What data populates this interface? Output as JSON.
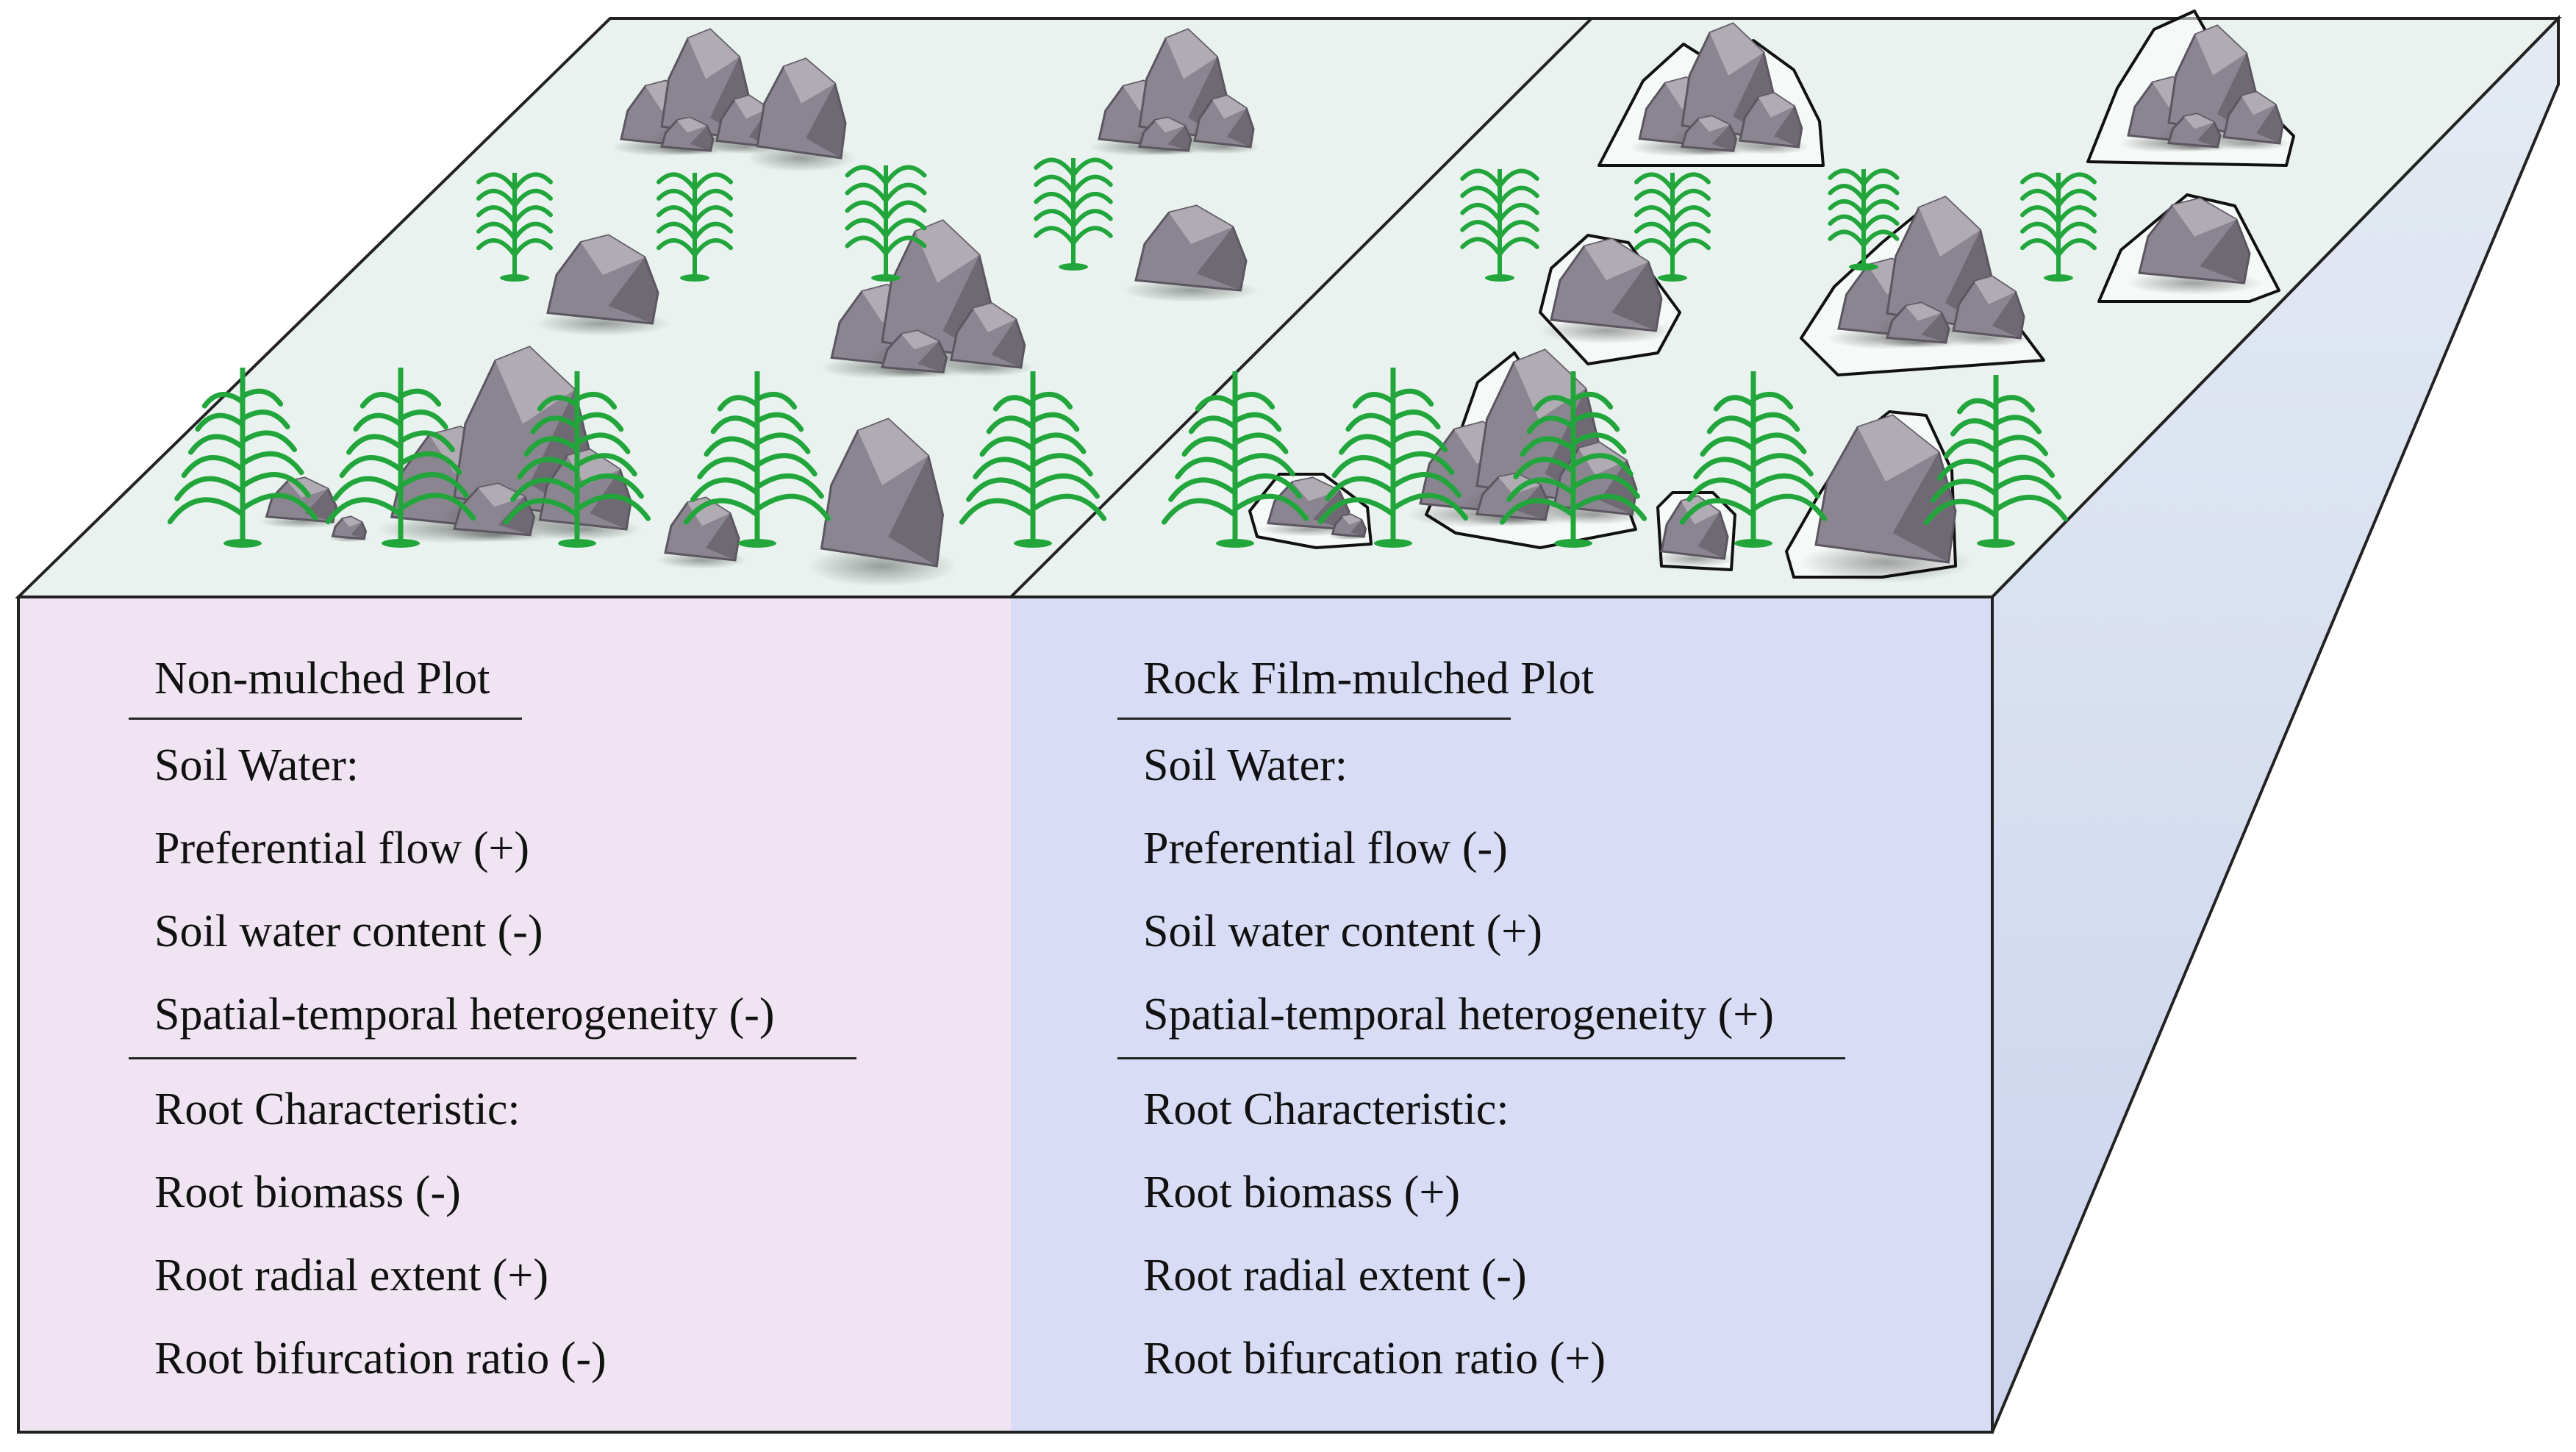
{
  "colors": {
    "top_surface": "#e9f2ee",
    "left_front": "#f0e4f3",
    "right_front": "#d8dcf4",
    "side_face_top": "#e4ebf3",
    "side_face_bottom": "#ccd3ee",
    "outline": "#222222",
    "plant_green": "#22a63c",
    "rock_base": "#8a8590",
    "rock_dark": "#5b5660",
    "rock_light": "#b7b2bb"
  },
  "left_panel": {
    "title": "Non-mulched Plot",
    "soil_header": "Soil Water:",
    "soil_items": [
      "Preferential flow (+)",
      "Soil water content (-)",
      "Spatial-temporal heterogeneity (-)"
    ],
    "root_header": "Root Characteristic:",
    "root_items": [
      "Root biomass (-)",
      "Root radial extent (+)",
      "Root bifurcation ratio (-)"
    ]
  },
  "right_panel": {
    "title": "Rock Film-mulched Plot",
    "soil_header": "Soil Water:",
    "soil_items": [
      "Preferential flow (-)",
      "Soil water content (+)",
      "Spatial-temporal heterogeneity (+)"
    ],
    "root_header": "Root Characteristic:",
    "root_items": [
      "Root biomass (+)",
      "Root radial extent (-)",
      "Root bifurcation ratio (+)"
    ]
  }
}
